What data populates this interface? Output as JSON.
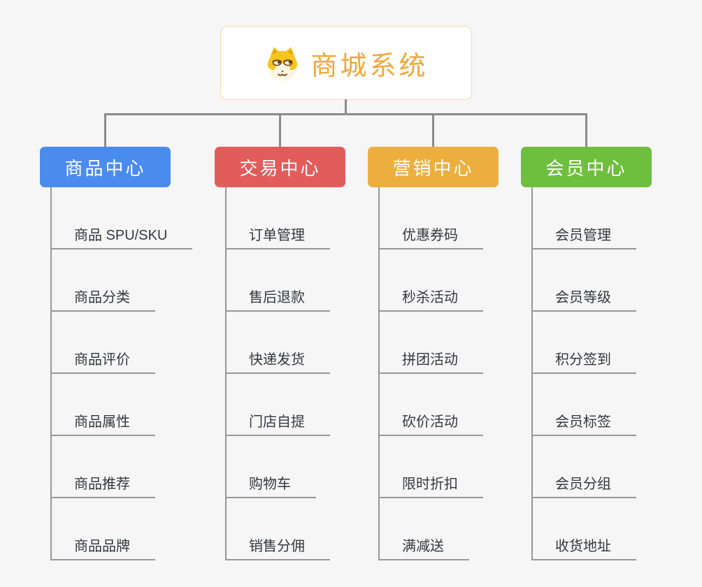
{
  "page": {
    "background_color": "#f6f6f7",
    "connector_color": "#8b8b8b",
    "leaf_line_color": "#97979a",
    "leaf_text_color": "#35373b"
  },
  "root": {
    "title": "商城系统",
    "title_color": "#f0a83c",
    "border_color": "#f2b75f",
    "icon": "shiba-dog-icon"
  },
  "branches": [
    {
      "id": "product-center",
      "label": "商品中心",
      "color": "#4a8cee",
      "items": [
        "商品 SPU/SKU",
        "商品分类",
        "商品评价",
        "商品属性",
        "商品推荐",
        "商品品牌"
      ]
    },
    {
      "id": "trade-center",
      "label": "交易中心",
      "color": "#e25c5c",
      "items": [
        "订单管理",
        "售后退款",
        "快递发货",
        "门店自提",
        "购物车",
        "销售分佣"
      ]
    },
    {
      "id": "marketing-center",
      "label": "营销中心",
      "color": "#ecaf3e",
      "items": [
        "优惠券码",
        "秒杀活动",
        "拼团活动",
        "砍价活动",
        "限时折扣",
        "满减送"
      ]
    },
    {
      "id": "member-center",
      "label": "会员中心",
      "color": "#6fbf3e",
      "items": [
        "会员管理",
        "会员等级",
        "积分签到",
        "会员标签",
        "会员分组",
        "收货地址"
      ]
    }
  ]
}
